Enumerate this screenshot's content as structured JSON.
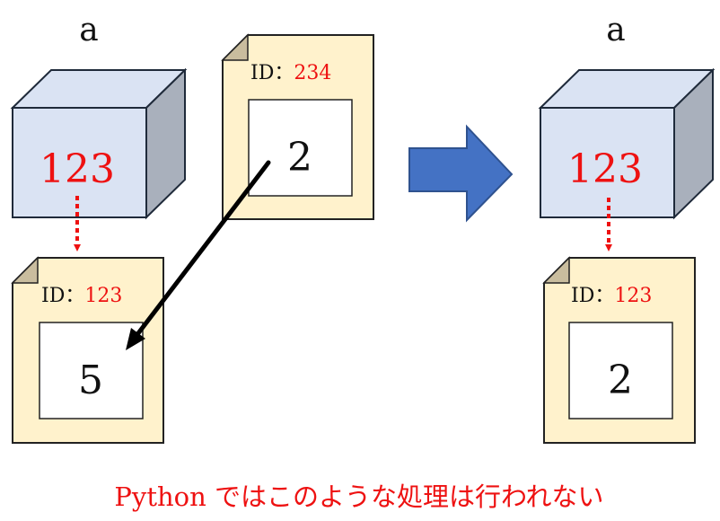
{
  "left": {
    "var_name": "a",
    "box_value": "123",
    "card_main": {
      "id_label": "ID：",
      "id_value": "123",
      "value": "5"
    },
    "card_other": {
      "id_label": "ID：",
      "id_value": "234",
      "value": "2"
    }
  },
  "right": {
    "var_name": "a",
    "box_value": "123",
    "card": {
      "id_label": "ID：",
      "id_value": "123",
      "value": "2"
    }
  },
  "caption": "Python ではこのような処理は行われない",
  "colors": {
    "accent_red": "#ee1111",
    "box_front": "#dae3f3",
    "box_side": "#a9b0bc",
    "box_outline": "#1f2a3a",
    "card_fill": "#fff2cc",
    "card_outline": "#222222",
    "arrow_blue": "#4472c4"
  }
}
